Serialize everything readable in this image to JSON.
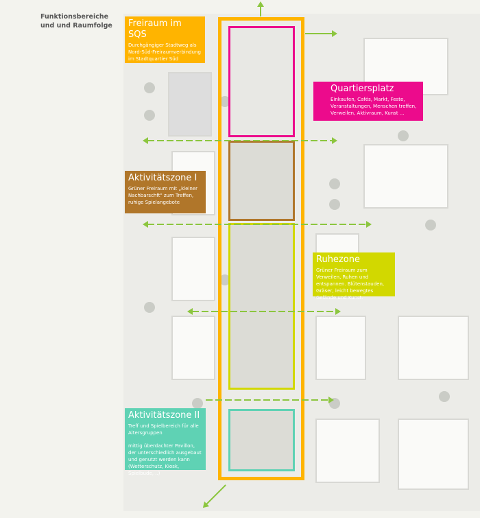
{
  "title": "Funktionsbereiche und und Raumfolge",
  "zones": [
    {
      "id": "freiraum",
      "heading": "Freiraum im SQS",
      "text": "Durchgängiger Stadtweg als Nord-Süd-Freiraumverbindung im Stadtquartier Süd",
      "color": "#ffb400"
    },
    {
      "id": "quartiersplatz",
      "heading": "Quartiersplatz",
      "text": "Einkaufen, Cafés, Markt, Feste, Veranstaltungen, Menschen treffen, Verweilen, Aktivraum, Kunst ...",
      "color": "#ec0b8c"
    },
    {
      "id": "aktivitaet1",
      "heading": "Aktivitätszone I",
      "text": "Grüner Freiraum mit „kleiner Nachbarschft\" zum Treffen, ruhige Spielangebote",
      "color": "#b0762a"
    },
    {
      "id": "ruhezone",
      "heading": "Ruhezone",
      "text": "Grüner Freiraum zum Verweilen, Ruhen und entspannen. Blütenstauden, Gräser, leicht bewegtes Gelände und Kunst.",
      "color": "#d2d800"
    },
    {
      "id": "aktivitaet2",
      "heading": "Aktivitätszone II",
      "text": "Treff und Spielbereich für alle Altersgruppen",
      "text2": "mittig überdachter Pavillon, der unterschiedlich ausgebaut und genutzt werden kann (Wetterschutz, Kiosk, Spielbude, ..)",
      "color": "#5fd2b4"
    }
  ]
}
